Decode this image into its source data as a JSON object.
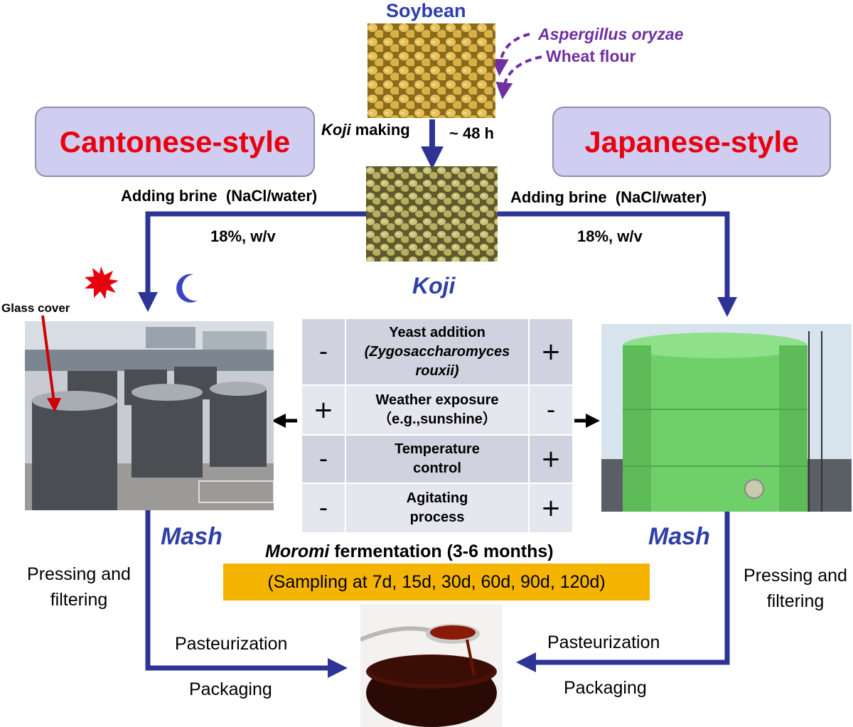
{
  "top": {
    "soybean": "Soybean",
    "aspergillus": "Aspergillus oryzae",
    "wheat_flour": "Wheat flour",
    "koji_word": "Koji",
    "making": " making",
    "duration": "~ 48 h",
    "koji_label": "Koji"
  },
  "left": {
    "style": "Cantonese-style",
    "brine": "Adding brine  (NaCl/water)",
    "concentration": "18%, w/v",
    "glass_cover": "Glass cover",
    "mash": "Mash",
    "pressing": "Pressing and filtering",
    "pasteurization": "Pasteurization",
    "packaging": "Packaging"
  },
  "right": {
    "style": "Japanese-style",
    "brine": "Adding brine  (NaCl/water)",
    "concentration": "18%, w/v",
    "mash": "Mash",
    "pressing": "Pressing and filtering",
    "pasteurization": "Pasteurization",
    "packaging": "Packaging"
  },
  "comparison": [
    {
      "left": "-",
      "line1": "Yeast addition",
      "line2": "(Zygosaccharomyces",
      "line3": "rouxii)",
      "right": "+"
    },
    {
      "left": "+",
      "line1": "Weather exposure",
      "line2": "（e.g.,sunshine）",
      "line3": "",
      "right": "-"
    },
    {
      "left": "-",
      "line1": "Temperature",
      "line2": "control",
      "line3": "",
      "right": "+"
    },
    {
      "left": "-",
      "line1": "Agitating",
      "line2": "process",
      "line3": "",
      "right": "+"
    }
  ],
  "fermentation": {
    "moromi": "Moromi",
    "rest": " fermentation (3-6 months)",
    "sampling": "(Sampling at 7d, 15d, 30d, 60d, 90d, 120d)"
  },
  "colors": {
    "arrow_blue": "#2e3396",
    "title_blue": "#2e3fa8",
    "style_red": "#e8000f",
    "purple": "#7030a0",
    "orange": "#f5b400"
  }
}
